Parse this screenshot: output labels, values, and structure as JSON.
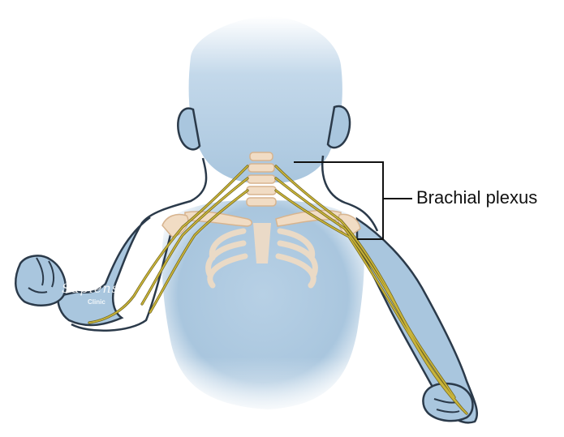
{
  "figure": {
    "subject": "infant upper body with neck, cervical vertebrae, clavicles, ribs and arm nerves",
    "colors": {
      "skin": "#a9c6de",
      "skin_outline": "#2b3a4a",
      "bone": "#f1dcc4",
      "bone_shadow": "#d7b48f",
      "nerve": "#c9b43a",
      "nerve_outline": "#6d6119",
      "background": "#ffffff",
      "callout_line": "#111111"
    }
  },
  "callout": {
    "label": "Brachial plexus"
  },
  "watermark": {
    "main": "Sapiens",
    "sub": "Clinic"
  }
}
